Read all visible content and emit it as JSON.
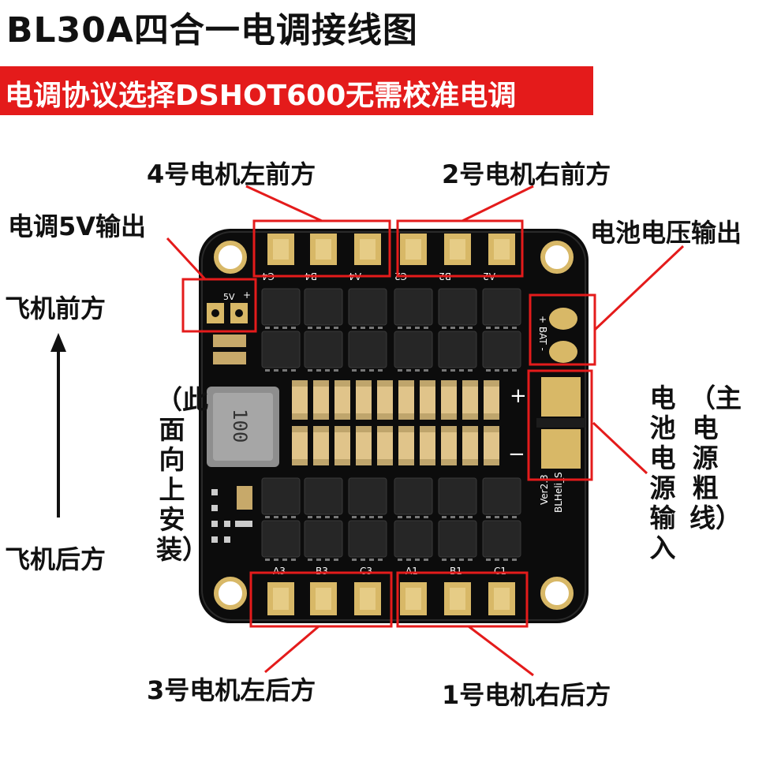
{
  "title": "BL30A四合一电调接线图",
  "banner": "电调协议选择DSHOT600无需校准电调",
  "labels": {
    "motor4": "4号电机左前方",
    "motor2": "2号电机右前方",
    "esc5v": "电调5V输出",
    "battery_voltage": "电池电压输出",
    "front": "飞机前方",
    "rear": "飞机后方",
    "mount": "（此面向上安装）",
    "battery_input": "电池电源输入",
    "main_power": "（主电源粗线）",
    "motor3": "3号电机左后方",
    "motor1": "1号电机右后方"
  },
  "board": {
    "top_pads": [
      "C4",
      "B4",
      "A4",
      "C2",
      "B2",
      "A2"
    ],
    "bottom_pads": [
      "A3",
      "B3",
      "C3",
      "A1",
      "B1",
      "C1"
    ],
    "five_v": "5V",
    "plus": "+",
    "bat": "+ BAT -",
    "bat_plus": "+",
    "bat_minus": "−",
    "inductor": "100",
    "version": "Ver2.3",
    "blheli": "BLHeli_S"
  },
  "colors": {
    "annotation": "#e41b1b",
    "pcb": "#0c0c0c",
    "pad": "#d8b867",
    "chip": "#262626"
  }
}
